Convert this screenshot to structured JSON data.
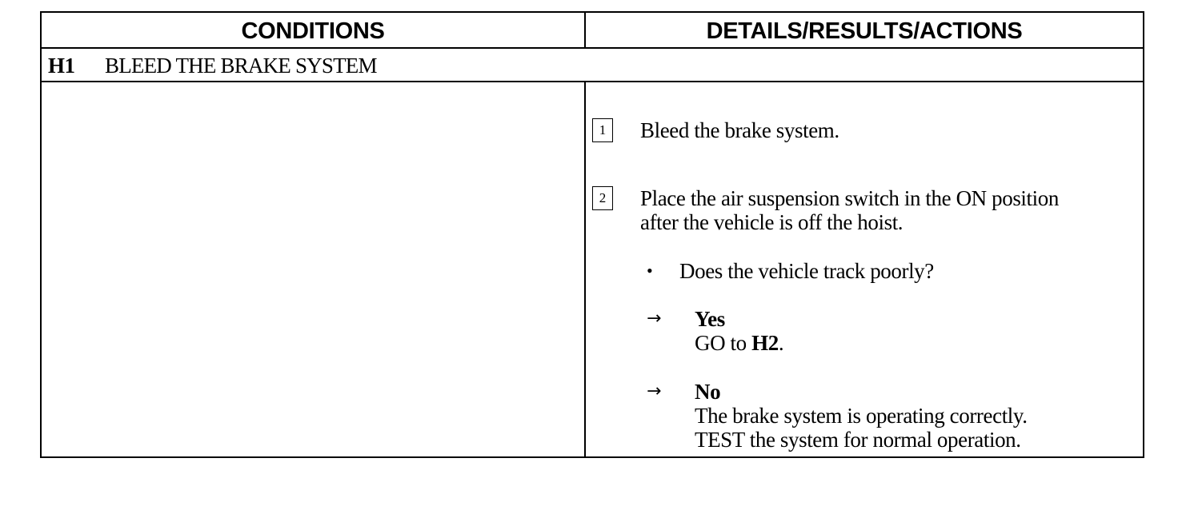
{
  "header": {
    "conditions": "CONDITIONS",
    "details": "DETAILS/RESULTS/ACTIONS"
  },
  "step": {
    "id": "H1",
    "title": "BLEED THE BRAKE SYSTEM"
  },
  "details": {
    "item1": {
      "number": "1",
      "text": "Bleed the brake system."
    },
    "item2": {
      "number": "2",
      "line1": "Place the air suspension switch in the ON position",
      "line2": "after the vehicle is off the hoist."
    },
    "question": {
      "bullet": "•",
      "text": "Does the vehicle track poorly?"
    },
    "yes": {
      "arrow": "→",
      "label": "Yes",
      "action_prefix": "GO to ",
      "action_target": "H2",
      "action_suffix": "."
    },
    "no": {
      "arrow": "→",
      "label": "No",
      "line1": "The brake system is operating correctly.",
      "line2": "TEST the system for normal operation."
    }
  }
}
